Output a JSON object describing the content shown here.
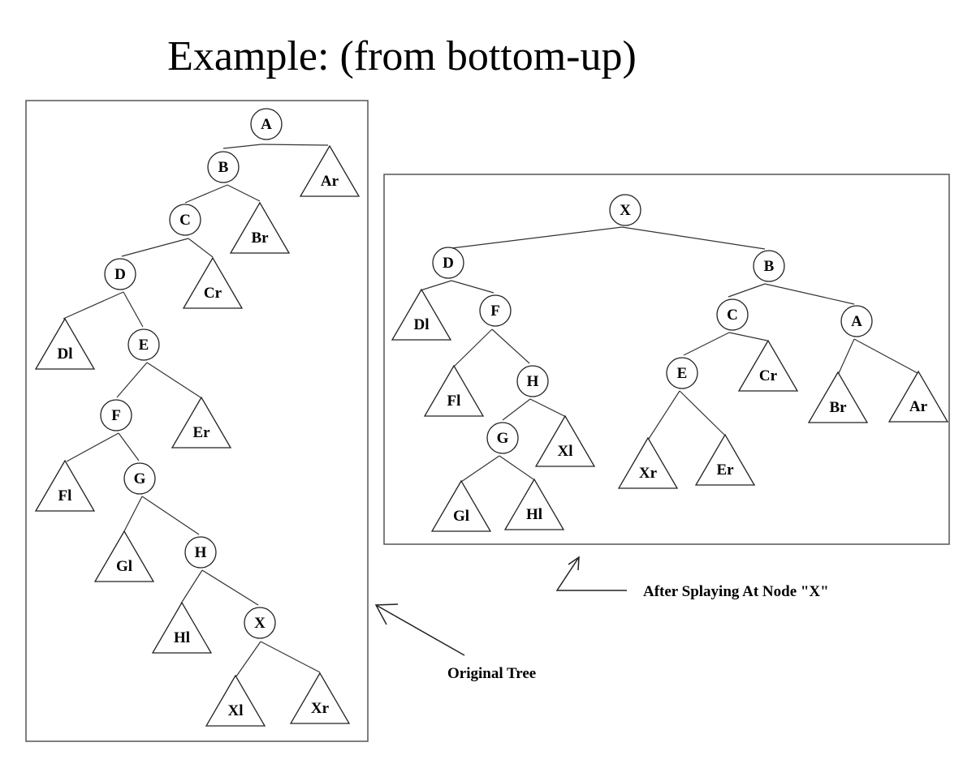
{
  "title": "Example: (from bottom-up)",
  "original_tree": {
    "caption": "Original Tree",
    "nodes": [
      "A",
      "B",
      "C",
      "D",
      "E",
      "F",
      "G",
      "H",
      "X"
    ],
    "subtrees": [
      "Ar",
      "Br",
      "Cr",
      "Dl",
      "Er",
      "Fl",
      "Gl",
      "Hl",
      "Xl",
      "Xr"
    ]
  },
  "splayed_tree": {
    "caption": "After Splaying At Node \"X\"",
    "nodes": [
      "X",
      "D",
      "B",
      "F",
      "C",
      "A",
      "H",
      "E",
      "G"
    ],
    "subtrees": [
      "Dl",
      "Fl",
      "Xl",
      "Gl",
      "Hl",
      "Xr",
      "Er",
      "Cr",
      "Br",
      "Ar"
    ]
  }
}
